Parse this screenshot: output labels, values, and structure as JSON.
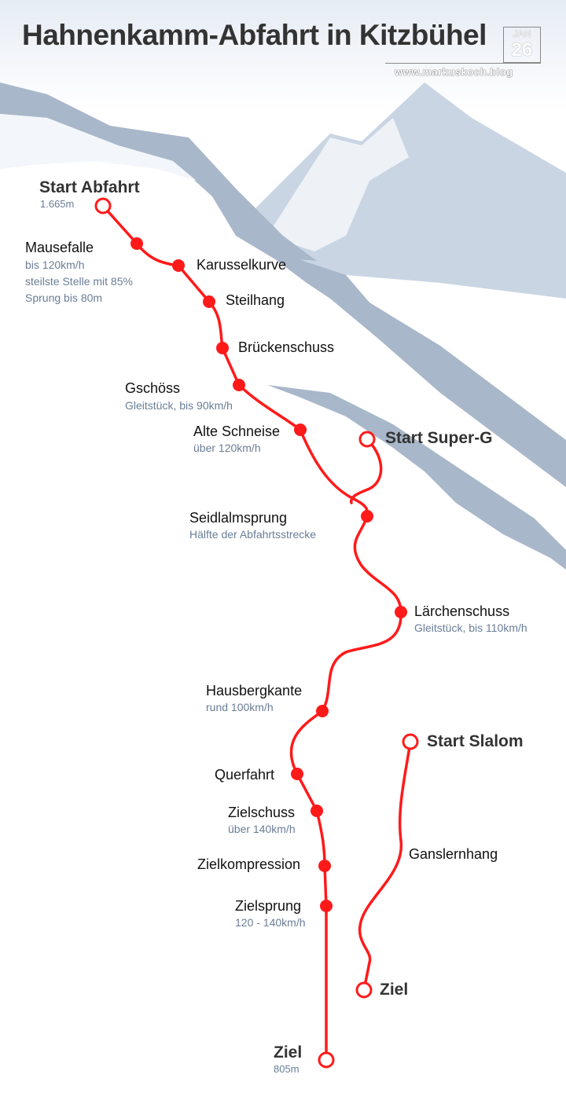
{
  "title": "Hahnenkamm-Abfahrt in Kitzbühel",
  "logo": {
    "month": "JAN",
    "day": "26",
    "website": "www.markuskoch.blog"
  },
  "colors": {
    "route": "#ff0000",
    "mountain_light": "#c9d5e3",
    "mountain_dark": "#a8b7c9",
    "subtext": "#6a7d96"
  },
  "abfahrt": {
    "start": {
      "label": "Start Abfahrt",
      "sub": "1.665m"
    },
    "points": [
      {
        "label": "Mausefalle",
        "sub": [
          "bis 120km/h",
          "steilste Stelle mit 85%",
          "Sprung bis 80m"
        ]
      },
      {
        "label": "Karusselkurve"
      },
      {
        "label": "Steilhang"
      },
      {
        "label": "Brückenschuss"
      },
      {
        "label": "Gschöss",
        "sub": [
          "Gleitstück, bis 90km/h"
        ]
      },
      {
        "label": "Alte Schneise",
        "sub": [
          "über 120km/h"
        ]
      },
      {
        "label": "Seidlalmsprung",
        "sub": [
          "Hälfte der Abfahrtsstrecke"
        ]
      },
      {
        "label": "Lärchenschuss",
        "sub": [
          "Gleitstück, bis 110km/h"
        ]
      },
      {
        "label": "Hausbergkante",
        "sub": [
          "rund 100km/h"
        ]
      },
      {
        "label": "Querfahrt"
      },
      {
        "label": "Zielschuss",
        "sub": [
          "über 140km/h"
        ]
      },
      {
        "label": "Zielkompression"
      },
      {
        "label": "Zielsprung",
        "sub": [
          "120 - 140km/h"
        ]
      }
    ],
    "finish": {
      "label": "Ziel",
      "sub": "805m"
    }
  },
  "superg": {
    "start": "Start Super-G"
  },
  "slalom": {
    "start": "Start Slalom",
    "section": "Ganslernhang",
    "finish": "Ziel"
  }
}
